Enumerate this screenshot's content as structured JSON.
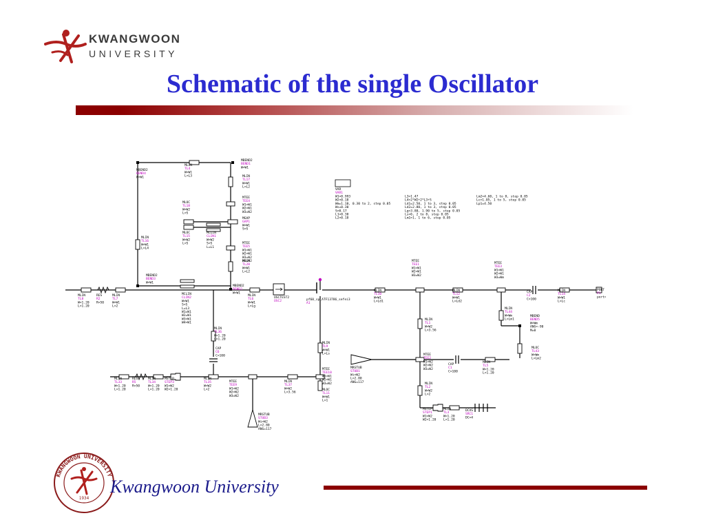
{
  "header": {
    "university_line1": "KWANGWOON",
    "university_line2": "UNIVERSITY",
    "title": "Schematic of the single Oscillator"
  },
  "footer": {
    "text": "Kwangwoon University",
    "seal_year": "1934",
    "seal_text": "KWANGWOON UNIVERSITY"
  },
  "colors": {
    "title": "#2b2bd0",
    "accent": "#8b0000",
    "component_name": "#c000c0"
  },
  "schematic": {
    "var_block": {
      "label": "VAR",
      "name": "VAR1",
      "col1": [
        "W1=0.993",
        "W2=0.18",
        "Wm=1.10, 0.30 to 2, step 0.05",
        "Ws=0.30",
        "S=0.17",
        "L1=0.30",
        "L2=0.18"
      ],
      "col2": [
        "L3=1.47",
        "L4=2*W2+2*L3+S",
        "Ld1=2.50, 1 to 3, step 0.05",
        "Ld2=2.80, 1 to 3, step 0.05",
        "Lg=3.80, 1.90 to 5, step 0.05",
        "Ls=6, 2 to 8, step 0.05",
        "Lm1=1, 1 to 6, step 0.05"
      ],
      "col3": [
        "Lm2=4.60, 1 to 8, step 0.05",
        "Lc=1.05, 1 to 5, step 0.05",
        "Lp1=4.50"
      ]
    },
    "components": [
      {
        "id": "tl4",
        "type": "MLIN",
        "name": "TL4",
        "params": [
          "W=W1",
          "L=L3"
        ]
      },
      {
        "id": "bend1",
        "type": "MBEND2",
        "name": "BEND1",
        "params": [
          "W=W1"
        ]
      },
      {
        "id": "bend4",
        "type": "MBEND2",
        "name": "BEND4",
        "params": [
          "W=W1"
        ]
      },
      {
        "id": "tl17",
        "type": "MLIN",
        "name": "TL17",
        "params": [
          "W=W1",
          "L=L2"
        ]
      },
      {
        "id": "tee4",
        "type": "MTEE",
        "name": "TEE4",
        "params": [
          "W1=W1",
          "W2=W1",
          "W3=W2"
        ]
      },
      {
        "id": "tl18",
        "type": "MLOC",
        "name": "TL18",
        "params": [
          "W=W2",
          "L=S"
        ]
      },
      {
        "id": "gap1",
        "type": "MGAP",
        "name": "GAP1",
        "params": [
          "W=W1",
          "S=S"
        ]
      },
      {
        "id": "tl15",
        "type": "MLOC",
        "name": "TL15",
        "params": [
          "W=W2",
          "L=S"
        ]
      },
      {
        "id": "clin1",
        "type": "MCLIN",
        "name": "CLIN1",
        "params": [
          "W=W2",
          "S=S",
          "L=L1"
        ]
      },
      {
        "id": "tee5",
        "type": "MTEE",
        "name": "TEE5",
        "params": [
          "W1=W1",
          "W2=W1",
          "W3=W2",
          "W4=W2"
        ]
      },
      {
        "id": "tl16",
        "type": "MLIN",
        "name": "TL16",
        "params": [
          "W=W1",
          "L=L4"
        ]
      },
      {
        "id": "tl20",
        "type": "MLIN",
        "name": "TL20",
        "params": [
          "W=W1",
          "L=L2"
        ]
      },
      {
        "id": "bend3",
        "type": "MBEND2",
        "name": "BEND3",
        "params": [
          "W=W1"
        ]
      },
      {
        "id": "bend2",
        "type": "MBEND2",
        "name": "BEND2",
        "params": [
          "W=W1"
        ]
      },
      {
        "id": "tl8",
        "type": "MLIN",
        "name": "TL8",
        "params": [
          "W=1.20",
          "L=1.20"
        ]
      },
      {
        "id": "r2",
        "type": "RES",
        "name": "R2",
        "params": [
          "R=50"
        ]
      },
      {
        "id": "tl7",
        "type": "MLIN",
        "name": "TL7",
        "params": [
          "W=W1",
          "L=2"
        ]
      },
      {
        "id": "clin2",
        "type": "MCLIN",
        "name": "CLIN2",
        "params": [
          "W=W1",
          "S=S",
          "L=L3",
          "W1=W1",
          "W2=W1",
          "W3=W1",
          "W4=W1"
        ]
      },
      {
        "id": "tl6",
        "type": "MLIN",
        "name": "TL6",
        "params": [
          "W=W1",
          "L=Lg"
        ]
      },
      {
        "id": "osc2",
        "type": "OSCTEST2",
        "name": "OSC2",
        "params": []
      },
      {
        "id": "a1",
        "type": "pf60_sp_ATF13786_sefei3",
        "name": "A1",
        "params": []
      },
      {
        "id": "tl36",
        "type": "MLIN",
        "name": "TL36",
        "params": [
          "W=1.20",
          "L=1.20"
        ]
      },
      {
        "id": "c6",
        "type": "CAP",
        "name": "C6",
        "params": [
          "C=100"
        ]
      },
      {
        "id": "tl33",
        "type": "MLIN",
        "name": "TL33",
        "params": [
          "W=1.20",
          "L=1.20"
        ]
      },
      {
        "id": "r5",
        "type": "RES",
        "name": "R5",
        "params": [
          "R=50"
        ]
      },
      {
        "id": "tl34",
        "type": "MLIN",
        "name": "TL34",
        "params": [
          "W=1.20",
          "L=1.20"
        ]
      },
      {
        "id": "step3",
        "type": "MSTEP",
        "name": "STEP3",
        "params": [
          "W1=W2",
          "W2=1.20"
        ]
      },
      {
        "id": "tl35",
        "type": "MLIN",
        "name": "TL35",
        "params": [
          "W=W2",
          "L=2"
        ]
      },
      {
        "id": "tee9",
        "type": "MTEE",
        "name": "TEE9",
        "params": [
          "W1=W2",
          "W2=W2",
          "W3=W2"
        ]
      },
      {
        "id": "stub3",
        "type": "MRSTUB",
        "name": "STUB3",
        "params": [
          "Wi=W2",
          "L=2.80",
          "ANG=117"
        ]
      },
      {
        "id": "tl37",
        "type": "MLIN",
        "name": "TL37",
        "params": [
          "W=W2",
          "L=3.56"
        ]
      },
      {
        "id": "tl9",
        "type": "MLIN",
        "name": "TL9",
        "params": [
          "W=W1",
          "L=Ls"
        ]
      },
      {
        "id": "tee10",
        "type": "MTEE",
        "name": "TEE10",
        "params": [
          "W1=W1",
          "W2=W1",
          "W3=W2"
        ]
      },
      {
        "id": "tl11",
        "type": "MLOC",
        "name": "TL11",
        "params": [
          "W=W1",
          "L=1"
        ]
      },
      {
        "id": "tl10",
        "type": "MLIN",
        "name": "TL10",
        "params": [
          "W=W1",
          "L=Ld1"
        ]
      },
      {
        "id": "tee1",
        "type": "MTEE",
        "name": "TEE1",
        "params": [
          "W1=W1",
          "W2=W1",
          "W3=W2"
        ]
      },
      {
        "id": "tl12",
        "type": "MLIN",
        "name": "TL12",
        "params": [
          "W=W1",
          "L=Ld2"
        ]
      },
      {
        "id": "tee3",
        "type": "MTEE",
        "name": "TEE3",
        "params": [
          "W1=W1",
          "W2=W1",
          "W3=Wm"
        ]
      },
      {
        "id": "c2",
        "type": "CAP",
        "name": "C2",
        "params": [
          "C=100"
        ]
      },
      {
        "id": "tl14",
        "type": "MLIN",
        "name": "TL14",
        "params": [
          "W=W1",
          "L=Lc"
        ]
      },
      {
        "id": "p1",
        "type": "PORT",
        "name": "P1",
        "params": [
          "port=1"
        ]
      },
      {
        "id": "tl44",
        "type": "MLIN",
        "name": "TL44",
        "params": [
          "W=Wm",
          "L=Lm1"
        ]
      },
      {
        "id": "bend5",
        "type": "MBEND",
        "name": "BEND5",
        "params": [
          "W=Wm",
          "ANG=-90",
          "M=0"
        ]
      },
      {
        "id": "tl43",
        "type": "MLOC",
        "name": "TL43",
        "params": [
          "W=Wm",
          "L=Lm2"
        ]
      },
      {
        "id": "tl1",
        "type": "MLIN",
        "name": "TL1",
        "params": [
          "W=W2",
          "L=3.56"
        ]
      },
      {
        "id": "stub1",
        "type": "MRSTUB",
        "name": "STUB1",
        "params": [
          "Wi=W2",
          "L=2.80",
          "ANG=117"
        ]
      },
      {
        "id": "tee2",
        "type": "MTEE",
        "name": "TEE2",
        "params": [
          "W1=W2",
          "W2=W2",
          "W3=W2"
        ]
      },
      {
        "id": "c1",
        "type": "CAP",
        "name": "C1",
        "params": [
          "C=100"
        ]
      },
      {
        "id": "tl5",
        "type": "MLIN",
        "name": "TL5",
        "params": [
          "W=1.20",
          "L=1.20"
        ]
      },
      {
        "id": "tl2",
        "type": "MLIN",
        "name": "TL2",
        "params": [
          "W=W2",
          "L=2"
        ]
      },
      {
        "id": "step1",
        "type": "MSTEP",
        "name": "STEP1",
        "params": [
          "W1=W2",
          "W2=1.20"
        ]
      },
      {
        "id": "tl3",
        "type": "MLIN",
        "name": "TL3",
        "params": [
          "W=1.20",
          "L=1.20"
        ]
      },
      {
        "id": "src1",
        "type": "DCVS",
        "name": "SRC1",
        "params": [
          "DC=4"
        ]
      }
    ]
  }
}
